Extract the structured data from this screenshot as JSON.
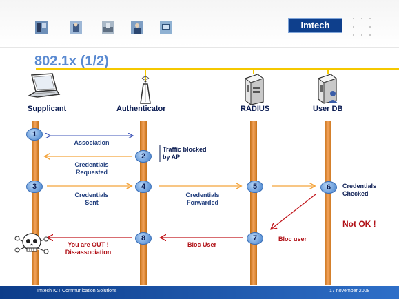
{
  "title": "802.1x (1/2)",
  "logo_text": "Imtech",
  "header_icons": [
    "photo-thumbnail-icon",
    "photo-thumbnail-icon",
    "photo-thumbnail-icon",
    "photo-thumbnail-icon",
    "photo-thumbnail-icon"
  ],
  "nodes": {
    "supplicant": {
      "label": "Supplicant",
      "icon": "laptop-icon"
    },
    "authenticator": {
      "label": "Authenticator",
      "icon": "access-point-icon"
    },
    "radius": {
      "label": "RADIUS",
      "icon": "server-icon"
    },
    "userdb": {
      "label": "User DB",
      "icon": "database-user-icon"
    }
  },
  "steps": {
    "s1": "1",
    "s2": "2",
    "s3": "3",
    "s4": "4",
    "s5": "5",
    "s6": "6",
    "s7": "7",
    "s8": "8"
  },
  "messages": {
    "association": "Association",
    "traffic_blocked_1": "Traffic blocked",
    "traffic_blocked_2": "by AP",
    "cred_requested_1": "Credentials",
    "cred_requested_2": "Requested",
    "cred_sent_1": "Credentials",
    "cred_sent_2": "Sent",
    "cred_forwarded_1": "Credentials",
    "cred_forwarded_2": "Forwarded",
    "cred_checked_1": "Credentials",
    "cred_checked_2": "Checked",
    "not_ok": "Not OK !",
    "bloc_user_radius": "Bloc user",
    "bloc_user_auth": "Bloc User",
    "out_1": "You are OUT !",
    "out_2": "Dis-association"
  },
  "footer": {
    "left": "Imtech ICT Communication Solutions",
    "right": "17 november 2008"
  },
  "colors": {
    "title": "#5a8ad1",
    "accent_yellow": "#f5c800",
    "arrow_orange": "#f4a33a",
    "arrow_blue": "#3e55b8",
    "arrow_red": "#c1141a",
    "pole": "#e58b2f",
    "footer": "#1d56a8"
  }
}
